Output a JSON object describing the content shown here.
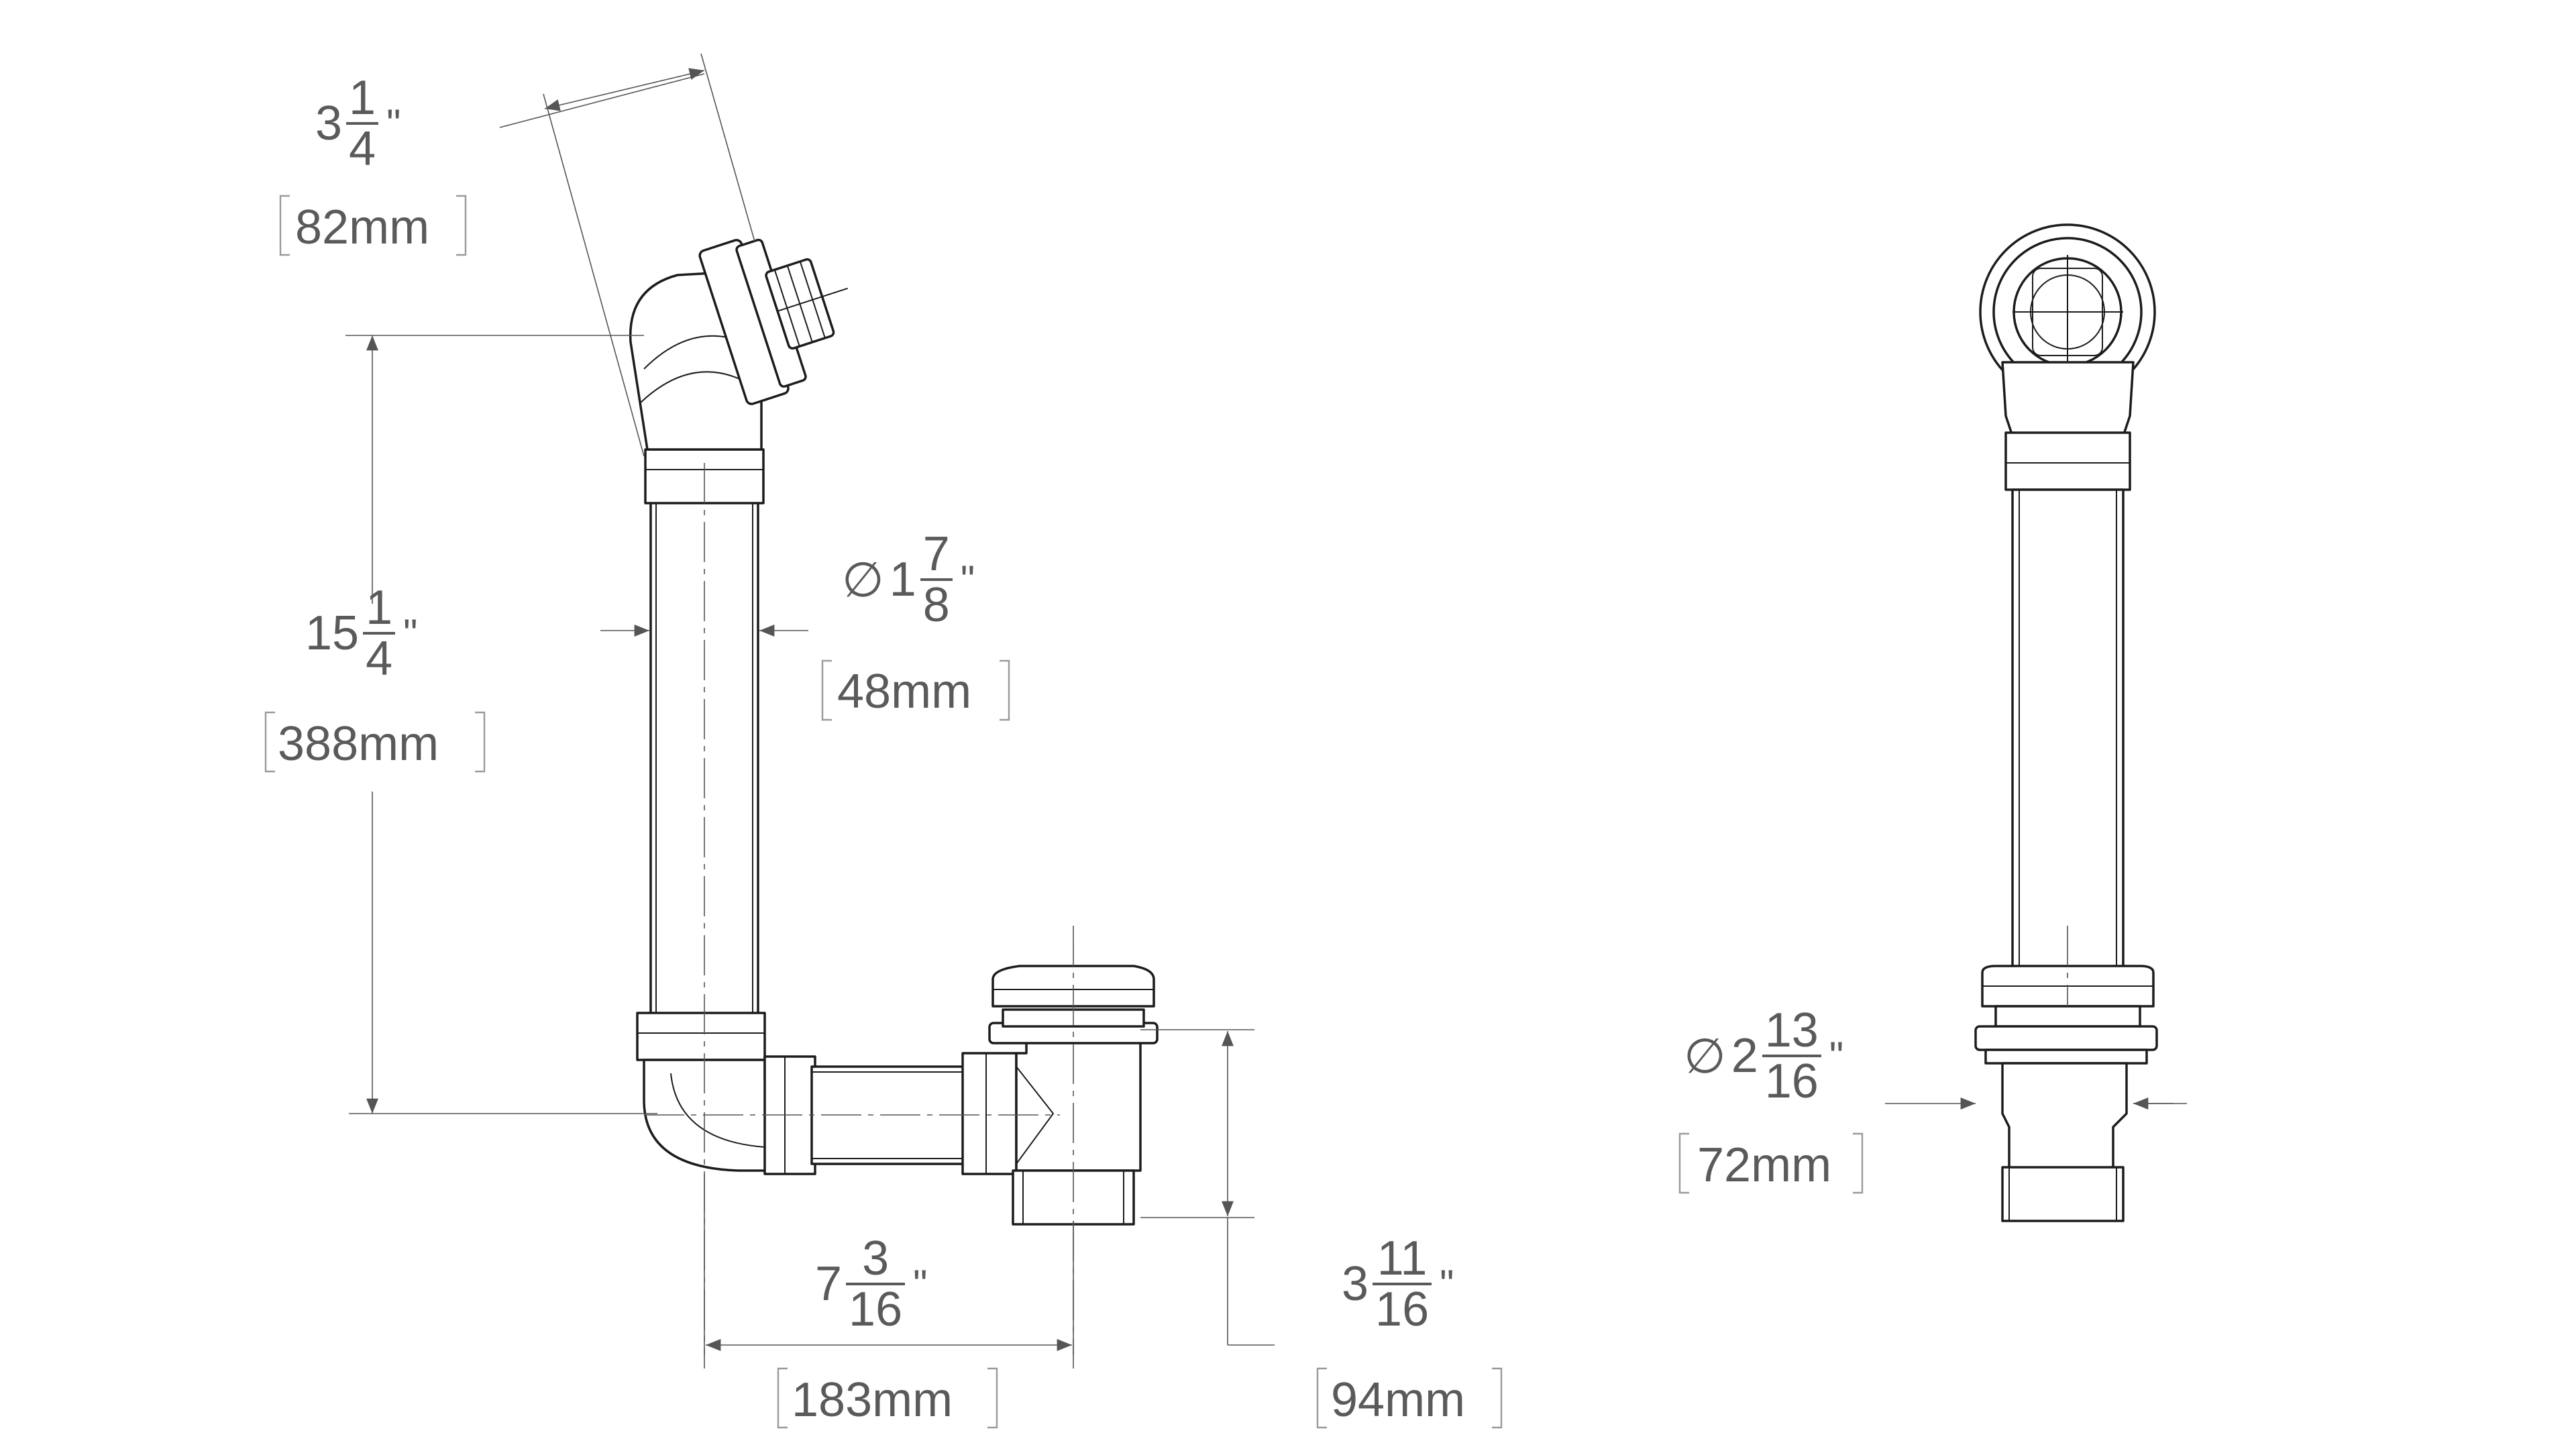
{
  "dimensions": {
    "top_offset": {
      "whole": "3",
      "numerator": "1",
      "denominator": "4",
      "unit": "\"",
      "metric": "82mm"
    },
    "overflow_height": {
      "whole": "15",
      "numerator": "1",
      "denominator": "4",
      "unit": "\"",
      "metric": "388mm"
    },
    "pipe_diameter": {
      "symbol": "∅",
      "whole": "1",
      "numerator": "7",
      "denominator": "8",
      "unit": "\"",
      "metric": "48mm"
    },
    "drain_span": {
      "whole": "7",
      "numerator": "3",
      "denominator": "16",
      "unit": "\"",
      "metric": "183mm"
    },
    "drain_height": {
      "whole": "3",
      "numerator": "11",
      "denominator": "16",
      "unit": "\"",
      "metric": "94mm"
    },
    "drain_diameter": {
      "symbol": "∅",
      "whole": "2",
      "numerator": "13",
      "denominator": "16",
      "unit": "\"",
      "metric": "72mm"
    }
  },
  "colors": {
    "part_stroke": "#1c1c1c",
    "dimension_line": "#555555",
    "bracket": "#9a9a9a"
  }
}
